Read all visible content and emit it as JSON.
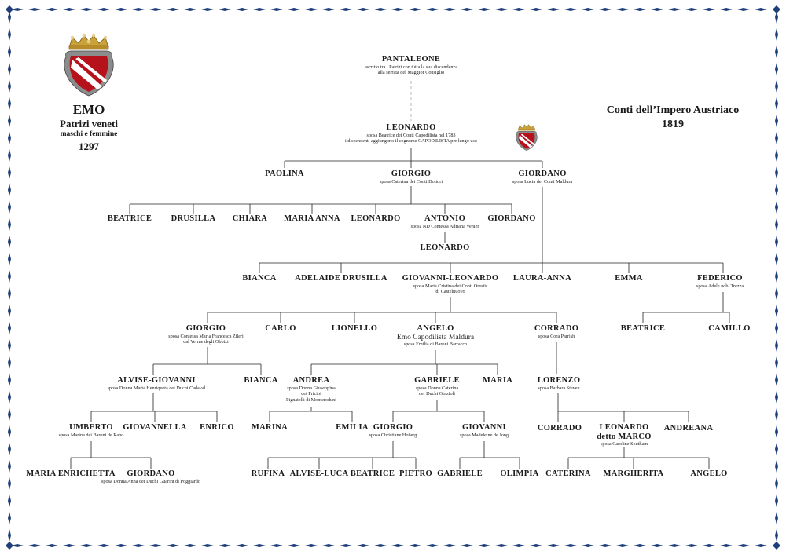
{
  "family": {
    "name": "EMO",
    "rank": "Patrizi veneti",
    "lineage": "maschi e femmine",
    "year": "1297",
    "title_line1": "Conti dell’Impero Austriaco",
    "title_line2": "1819"
  },
  "colors": {
    "border_blue": "#1f3f7a",
    "shield_red": "#b5121b",
    "crown_gold": "#c9a23a",
    "line": "#222222"
  },
  "people": {
    "pantaleone": {
      "name": "PANTALEONE",
      "note": [
        "ascritto tra i Patrizi con tutta la sua discendenza",
        "alla serrata del Maggior Consiglio"
      ]
    },
    "leonardo1": {
      "name": "LEONARDO",
      "note": [
        "sposa Beatrice dei Conti Capodilista nel 1783",
        "i discendenti aggiungono il cognome CAPODILISTA per lungo uso"
      ]
    },
    "paolina": {
      "name": "PAOLINA"
    },
    "giorgio1": {
      "name": "GIORGIO",
      "note": [
        "sposa Caterina dei Conti Dottori"
      ]
    },
    "giordano1": {
      "name": "GIORDANO",
      "note": [
        "sposa  Lucia dei Conti Maldura"
      ]
    },
    "beatrice1": {
      "name": "BEATRICE"
    },
    "drusilla": {
      "name": "DRUSILLA"
    },
    "chiara": {
      "name": "CHIARA"
    },
    "maria_anna": {
      "name": "MARIA ANNA"
    },
    "leonardo2": {
      "name": "LEONARDO"
    },
    "antonio": {
      "name": "ANTONIO",
      "note": [
        "sposa  ND Contessa Adriana Venier"
      ]
    },
    "giordano2": {
      "name": "GIORDANO"
    },
    "leonardo3": {
      "name": "LEONARDO"
    },
    "bianca1": {
      "name": "BIANCA"
    },
    "adelaide": {
      "name": "ADELAIDE DRUSILLA"
    },
    "giovanni_leonardo": {
      "name": "GIOVANNI-LEONARDO",
      "note": [
        "sposa  Maria Cristina dei Conti Orestis",
        "di Castelnuovo"
      ]
    },
    "laura_anna": {
      "name": "LAURA-ANNA"
    },
    "emma": {
      "name": "EMMA"
    },
    "federico": {
      "name": "FEDERICO",
      "note": [
        "sposa  Adele nob. Trezza"
      ]
    },
    "giorgio2": {
      "name": "GIORGIO",
      "note": [
        "sposa Contessa Maria Francesca Zileri",
        "dal Verme degli Obbizi"
      ]
    },
    "carlo": {
      "name": "CARLO"
    },
    "lionello": {
      "name": "LIONELLO"
    },
    "angelo1": {
      "name": "ANGELO",
      "alt": "Emo Capodilista Maldura",
      "note": [
        "sposa Emilia di Baroni Barracco"
      ]
    },
    "corrado1": {
      "name": "CORRADO",
      "note": [
        "sposa  Cora Parrish"
      ]
    },
    "beatrice2": {
      "name": "BEATRICE"
    },
    "camillo": {
      "name": "CAMILLO"
    },
    "alvise_giovanni": {
      "name": "ALVISE-GIOVANNI",
      "note": [
        "sposa  Donna Maria Henriqueta dei Duchi Cadaval"
      ]
    },
    "bianca2": {
      "name": "BIANCA"
    },
    "andrea": {
      "name": "ANDREA",
      "note": [
        "sposa Donna Giuseppina",
        "dei Pricipi",
        "Pignatelli di Monteroduni"
      ]
    },
    "gabriele1": {
      "name": "GABRIELE",
      "note": [
        "sposa Donna Caterina",
        "dei Duchi Grazioli"
      ]
    },
    "maria": {
      "name": "MARIA"
    },
    "lorenzo": {
      "name": "LORENZO",
      "note": [
        "sposa Barbara Steven"
      ]
    },
    "umberto": {
      "name": "UMBERTO",
      "note": [
        "sposa Marina dei Baroni de Raho"
      ]
    },
    "giovannella": {
      "name": "GIOVANNELLA"
    },
    "enrico": {
      "name": "ENRICO"
    },
    "marina": {
      "name": "MARINA"
    },
    "emilia": {
      "name": "EMILIA"
    },
    "giorgio3": {
      "name": "GIORGIO",
      "note": [
        "sposa Christiane Hoberg"
      ]
    },
    "giovanni": {
      "name": "GIOVANNI",
      "note": [
        "sposa Madeleine de Jong"
      ]
    },
    "corrado2": {
      "name": "CORRADO"
    },
    "leonardo_marco": {
      "name": "LEONARDO",
      "alt_bold": "detto MARCO",
      "note": [
        "sposa  Caroline Southam"
      ]
    },
    "andreana": {
      "name": "ANDREANA"
    },
    "maria_enrichetta": {
      "name": "MARIA ENRICHETTA"
    },
    "giordano3": {
      "name": "GIORDANO",
      "note": [
        "sposa Donna Anna dei Duchi Guarini di Poggiardo"
      ]
    },
    "rufina": {
      "name": "RUFINA"
    },
    "alvise_luca": {
      "name": "ALVISE-LUCA"
    },
    "beatrice3": {
      "name": "BEATRICE"
    },
    "pietro": {
      "name": "PIETRO"
    },
    "gabriele2": {
      "name": "GABRIELE"
    },
    "olimpia": {
      "name": "OLIMPIA"
    },
    "caterina": {
      "name": "CATERINA"
    },
    "margherita": {
      "name": "MARGHERITA"
    },
    "angelo2": {
      "name": "ANGELO"
    }
  }
}
